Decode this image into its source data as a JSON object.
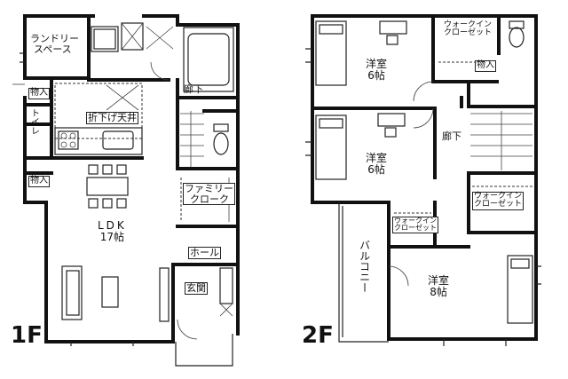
{
  "floor1": {
    "tag": "1F",
    "rooms": {
      "laundry_line1": "ランドリー",
      "laundry_line2": "スペース",
      "storage": "物入",
      "toilet": "トイレ",
      "ceiling_line1": "折下げ天井",
      "storage2": "物入",
      "hallway": "廊下",
      "family_closet_line1": "ファミリー",
      "family_closet_line2": "クローク",
      "ldk_name": "LDK",
      "ldk_size": "17帖",
      "hall": "ホール",
      "entrance": "玄関"
    }
  },
  "floor2": {
    "tag": "2F",
    "rooms": {
      "western1_name": "洋室",
      "western1_size": "6帖",
      "walkin1_line1": "ウォークイン",
      "walkin1_line2": "クローゼット",
      "storage": "物入",
      "western2_name": "洋室",
      "western2_size": "6帖",
      "hallway": "廊下",
      "walkin2_line1": "ウォークイン",
      "walkin2_line2": "クローゼット",
      "walkin3_line1": "ウォークイン",
      "walkin3_line2": "クローゼット",
      "balcony": "バルコニー",
      "western3_name": "洋室",
      "western3_size": "8帖"
    }
  }
}
